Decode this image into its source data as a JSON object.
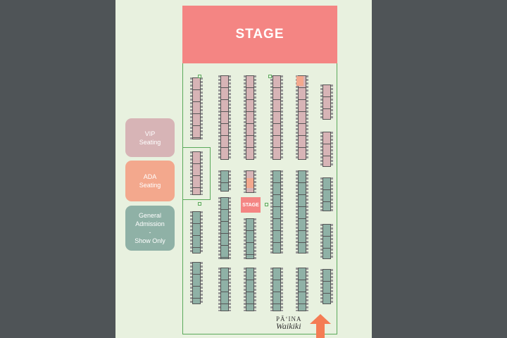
{
  "map": {
    "stage_label": "STAGE",
    "mini_stage_label": "STAGE",
    "colors": {
      "vip": "#d7b4b6",
      "ada": "#f3a88d",
      "general": "#8fb1a6",
      "stage": "#f48583",
      "background": "#e8f1df",
      "outline": "#5aa95a"
    }
  },
  "legend": {
    "vip": "VIP\nSeating",
    "ada": "ADA\nSeating",
    "general": "General\nAdmission\n-\nShow Only"
  },
  "logo": {
    "line1": "PĀʻINA",
    "line2": "Waikiki"
  },
  "entrance_icon": "arrow-up-icon"
}
